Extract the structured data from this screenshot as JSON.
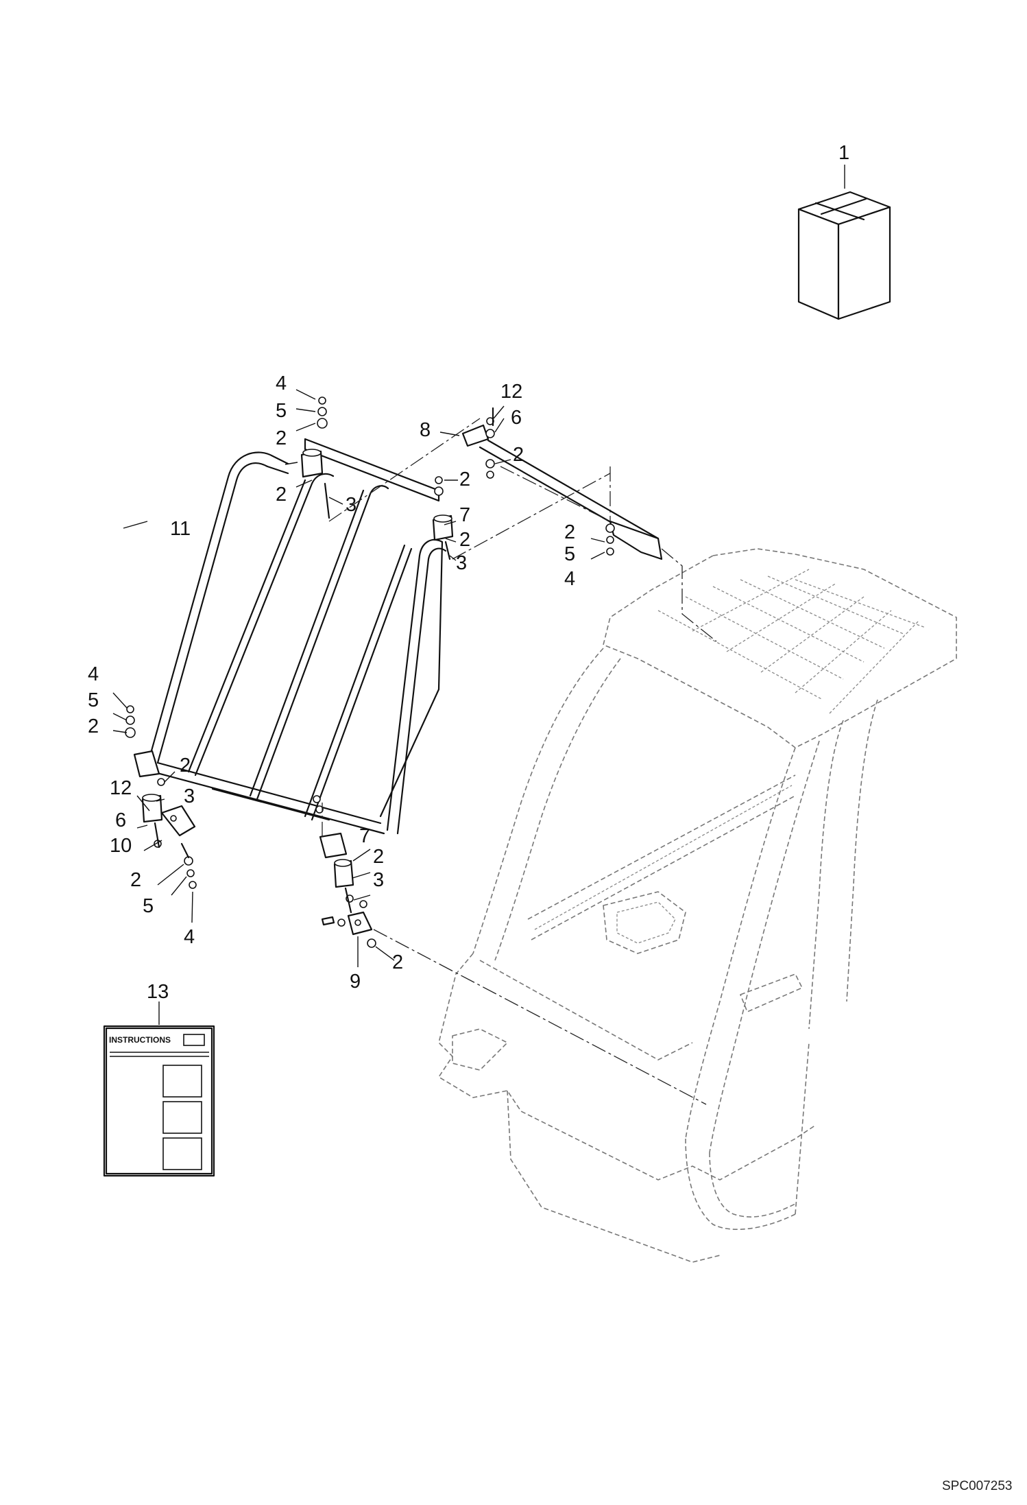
{
  "drawing_ref": "SPC007253",
  "instructions_title": "INSTRUCTIONS",
  "callouts": {
    "kit": "1",
    "nut_top_left": "4",
    "washer_top_left": "5",
    "washer2_top_left": "2",
    "grill_frame": "11",
    "top_bracket": "8",
    "screw_top": "12",
    "spacer_top": "6",
    "washer_b1": "2",
    "washer_b2": "2",
    "washer_b3": "2",
    "isolator_top": "7",
    "washer_b4": "2",
    "screw_b1": "3",
    "screw_b2": "3",
    "washer_b5": "2",
    "washer_b6": "5",
    "nut_b1": "4",
    "nut_left": "4",
    "washer_left": "5",
    "washer2_left": "2",
    "washer_l3": "2",
    "screw_left_12": "12",
    "screw_left_3": "3",
    "spacer_left": "6",
    "bracket_left": "10",
    "washer_l4": "2",
    "washer_l5": "5",
    "nut_l6": "4",
    "isolator_bottom": "7",
    "washer_bot1": "2",
    "screw_bot": "3",
    "bracket_bottom": "9",
    "washer_bot2": "2",
    "manual": "13"
  }
}
